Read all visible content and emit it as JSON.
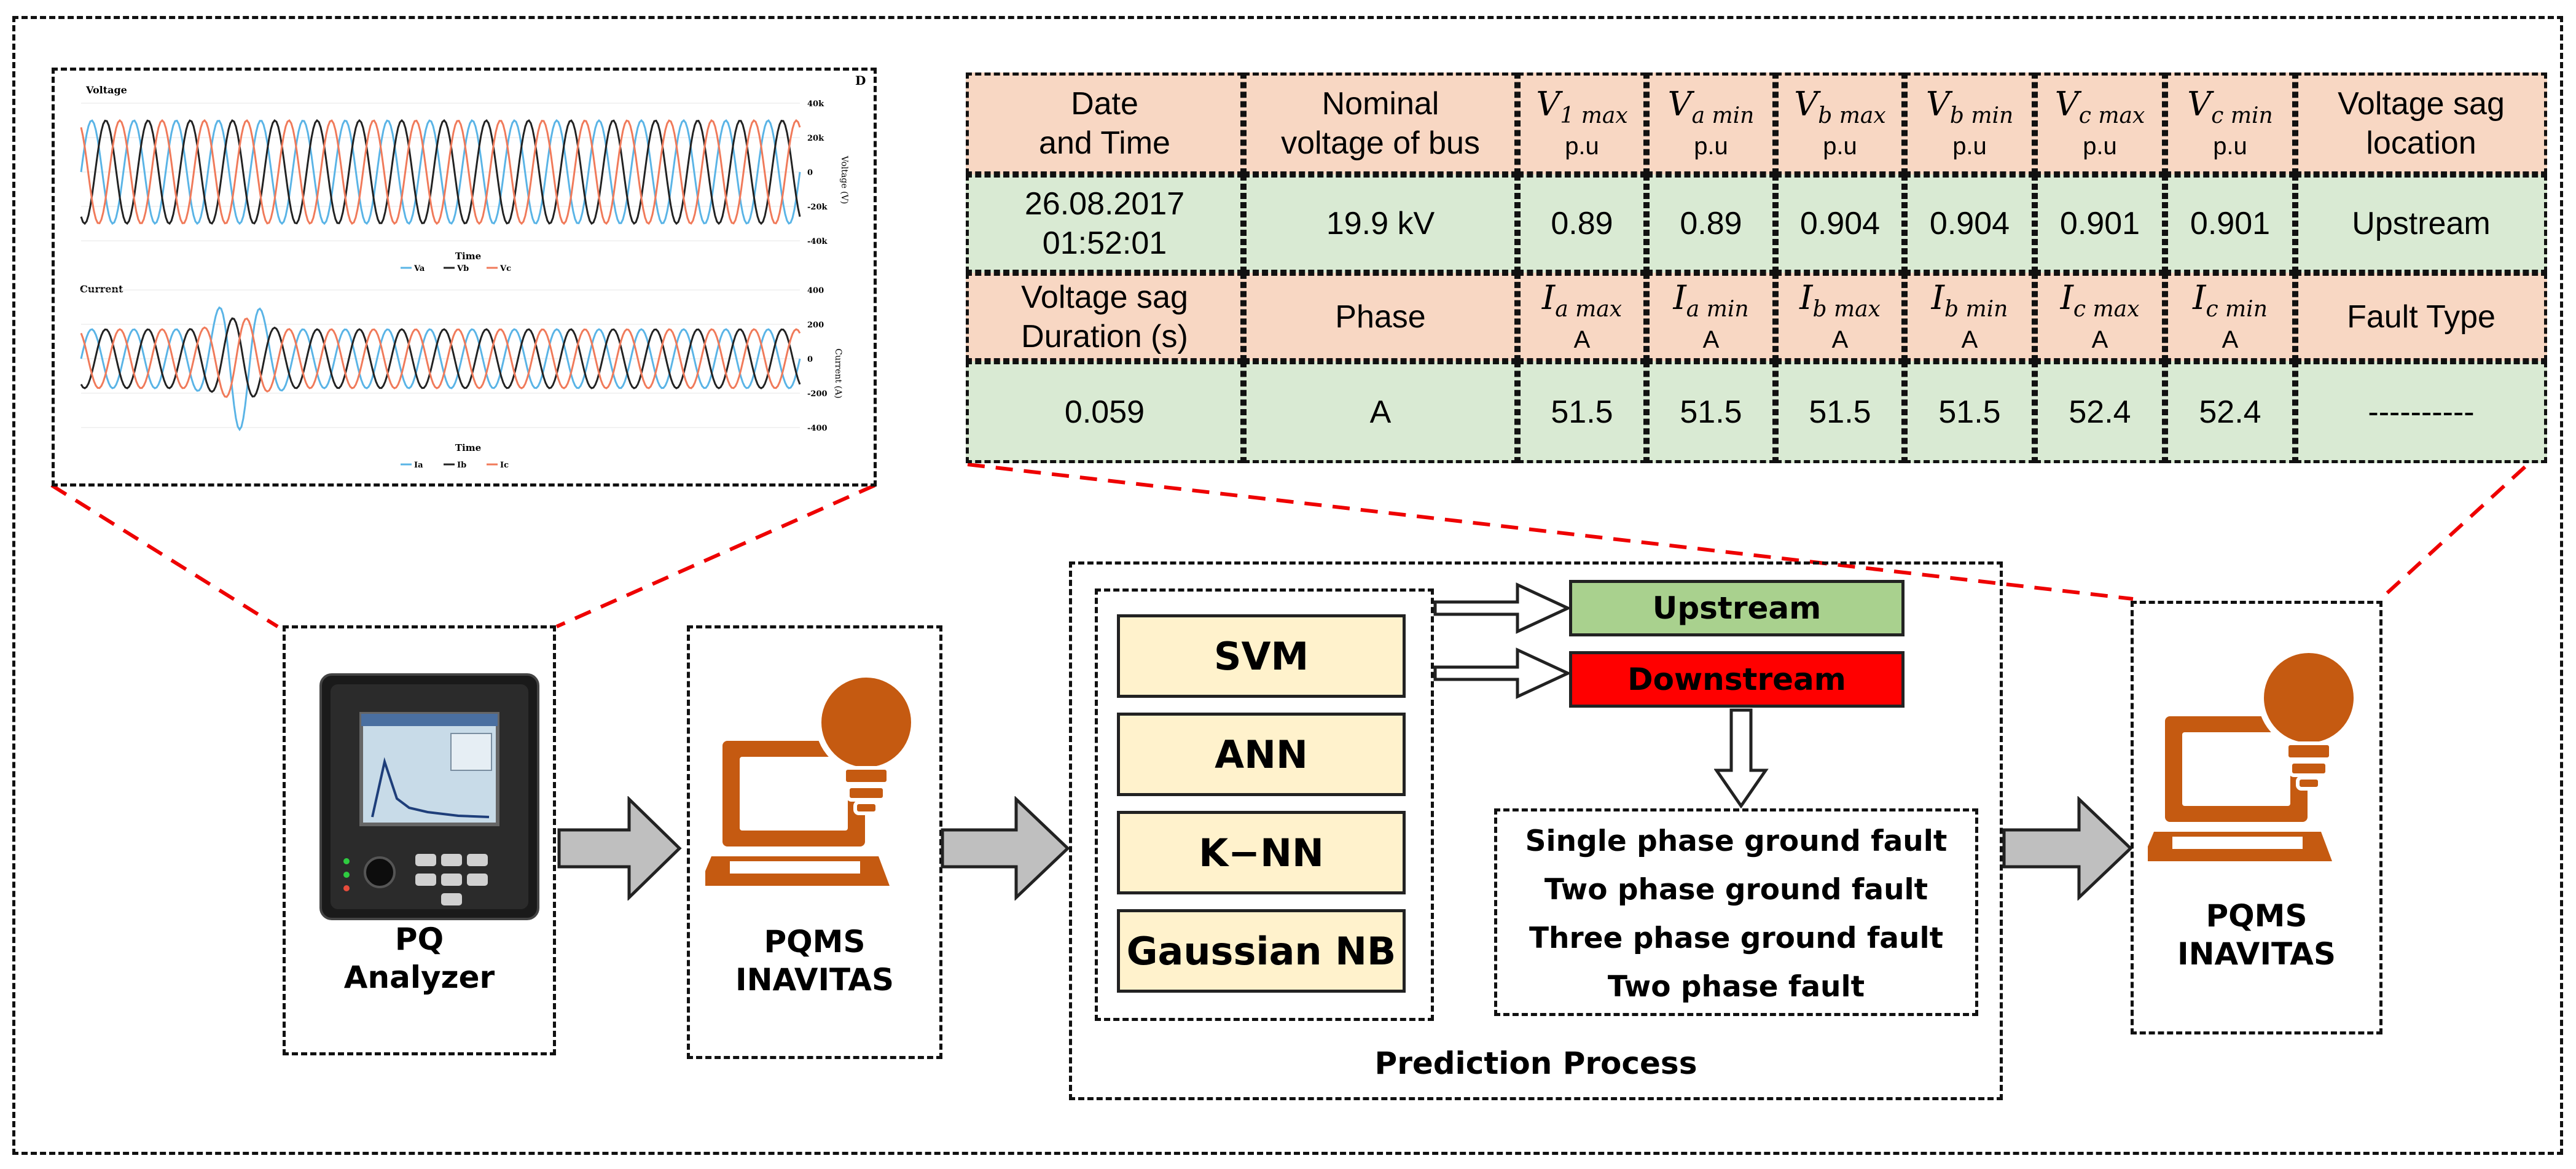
{
  "waveform": {
    "corner_label": "D",
    "voltage": {
      "title": "Voltage",
      "xlabel": "Time",
      "ylabel": "Voltage (V)",
      "yticks": [
        "40k",
        "20k",
        "0",
        "-20k",
        "-40k"
      ],
      "legend": [
        "Va",
        "Vb",
        "Vc"
      ]
    },
    "current": {
      "title": "Current",
      "xlabel": "Time",
      "ylabel": "Current (A)",
      "yticks": [
        "400",
        "200",
        "0",
        "-200",
        "-400"
      ],
      "legend": [
        "Ia",
        "Ib",
        "Ic"
      ]
    },
    "colors": {
      "a": "#5ab4e6",
      "b": "#222222",
      "c": "#f07a5a"
    }
  },
  "table": {
    "header1": [
      {
        "text": "Date\nand Time"
      },
      {
        "text": "Nominal\nvoltage of bus"
      },
      {
        "sym": "V",
        "sub": "1 max",
        "unit": "p.u"
      },
      {
        "sym": "V",
        "sub": "a min",
        "unit": "p.u"
      },
      {
        "sym": "V",
        "sub": "b max",
        "unit": "p.u"
      },
      {
        "sym": "V",
        "sub": "b min",
        "unit": "p.u"
      },
      {
        "sym": "V",
        "sub": "c max",
        "unit": "p.u"
      },
      {
        "sym": "V",
        "sub": "c min",
        "unit": "p.u"
      },
      {
        "text": "Voltage sag\nlocation"
      }
    ],
    "values1": [
      "26.08.2017\n01:52:01",
      "19.9 kV",
      "0.89",
      "0.89",
      "0.904",
      "0.904",
      "0.901",
      "0.901",
      "Upstream"
    ],
    "header2": [
      {
        "text": "Voltage sag\nDuration (s)"
      },
      {
        "text": "Phase"
      },
      {
        "sym": "I",
        "sub": "a max",
        "unit": "A"
      },
      {
        "sym": "I",
        "sub": "a min",
        "unit": "A"
      },
      {
        "sym": "I",
        "sub": "b max",
        "unit": "A"
      },
      {
        "sym": "I",
        "sub": "b min",
        "unit": "A"
      },
      {
        "sym": "I",
        "sub": "c max",
        "unit": "A"
      },
      {
        "sym": "I",
        "sub": "c min",
        "unit": "A"
      },
      {
        "text": "Fault Type"
      }
    ],
    "values2": [
      "0.059",
      "A",
      "51.5",
      "51.5",
      "51.5",
      "51.5",
      "52.4",
      "52.4",
      "----------"
    ]
  },
  "nodes": {
    "pq_analyzer": "PQ\nAnalyzer",
    "pqms_left": "PQMS\nINAVITAS",
    "pqms_right": "PQMS\nINAVITAS",
    "prediction_process": "Prediction Process"
  },
  "algorithms": [
    "SVM",
    "ANN",
    "K−NN",
    "Gaussian NB"
  ],
  "outputs": {
    "upstream": "Upstream",
    "downstream": "Downstream",
    "upstream_color": "#a9d18e",
    "downstream_color": "#ff0000"
  },
  "fault_types": [
    "Single phase ground fault",
    "Two phase ground fault",
    "Three phase ground fault",
    "Two phase fault"
  ],
  "colors": {
    "laptop": "#c55a11",
    "header_bg": "#f8d7c3",
    "value_bg": "#d9ead3",
    "algo_bg": "#fff2cc",
    "arrow_gray": "#bfbfbf"
  }
}
